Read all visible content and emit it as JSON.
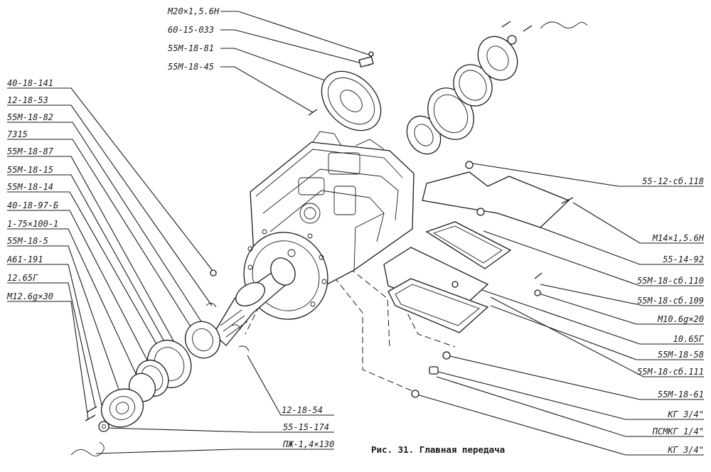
{
  "caption": "Рис. 31. Главная передача",
  "labels": {
    "top_m20": "М20×1,5.6Н",
    "top_60_15_033": "60-15-033",
    "top_55m_18_81": "55М-18-81",
    "top_55m_18_45": "55М-18-45",
    "l_40_18_141": "40-18-141",
    "l_12_18_53": "12-18-53",
    "l_55m_18_82": "55М-18-82",
    "l_7315": "7315",
    "l_55m_18_87": "55М-18-87",
    "l_55m_18_15": "55М-18-15",
    "l_55m_18_14": "55М-18-14",
    "l_40_18_97b": "40-18-97-Б",
    "l_1_75x100_1": "1-75×100-1",
    "l_55m_18_5": "55М-18-5",
    "l_a61_191": "А61-191",
    "l_12_65g": "12.65Г",
    "l_m12": "М12.6g×30",
    "r_55_12_sb118": "55-12-сб.118",
    "r_m14": "М14×1,5.6Н",
    "r_55_14_92": "55-14-92",
    "r_55m_18_sb110": "55М-18-сб.110",
    "r_55m_18_sb109": "55М-18-сб.109",
    "r_m10": "М10.6g×20",
    "r_10_65g": "10.65Г",
    "r_55m_18_58": "55М-18-58",
    "r_55m_18_sb111": "55М-18-сб.111",
    "r_55m_18_61": "55М-18-61",
    "r_kg34_a": "КГ 3/4\"",
    "r_psmkg": "ПСМКГ 1/4\"",
    "r_kg34_b": "КГ 3/4\"",
    "b_12_18_54": "12-18-54",
    "b_55_15_174": "55-15-174",
    "b_pzh": "ПЖ-1,4×130"
  }
}
